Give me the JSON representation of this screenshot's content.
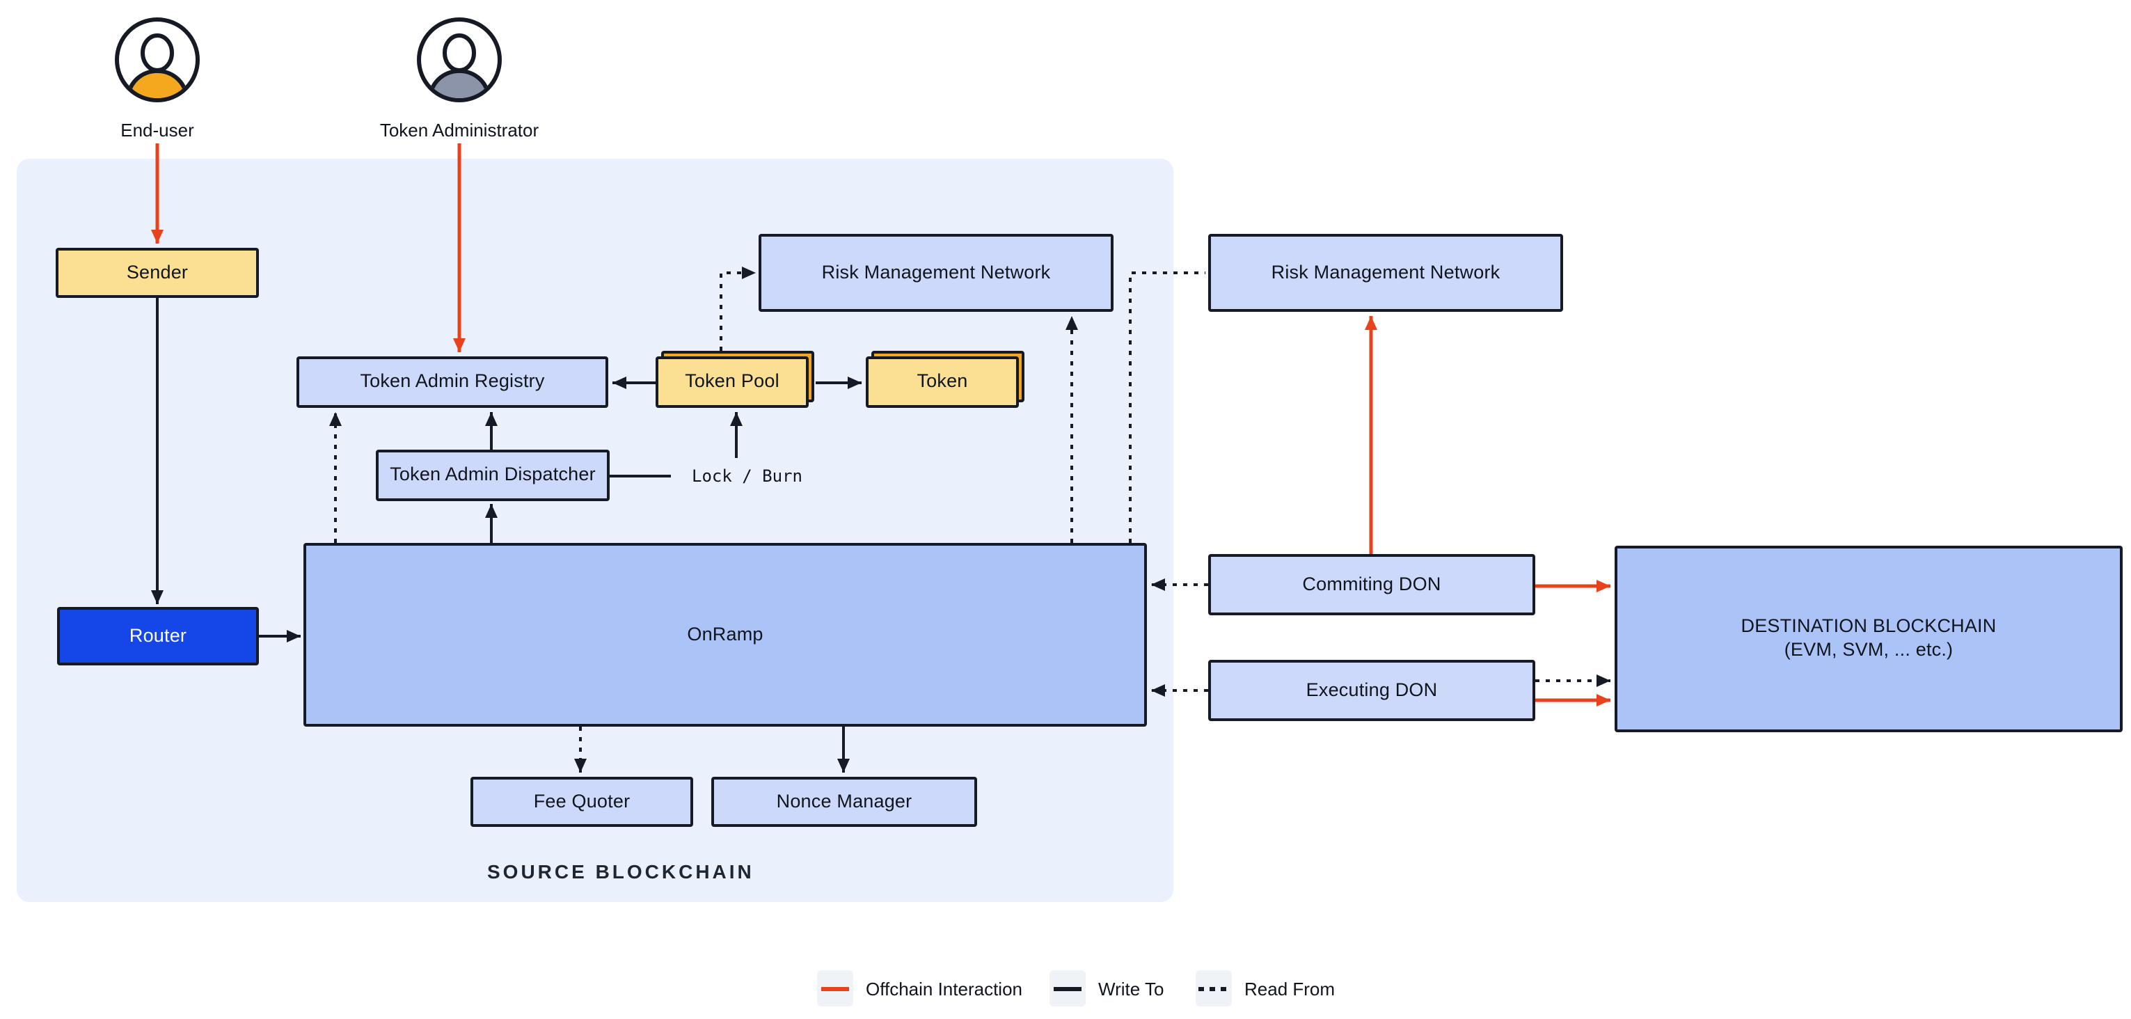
{
  "actors": {
    "end_user": {
      "label": "End-user",
      "color": "#F5A81D"
    },
    "token_admin": {
      "label": "Token Administrator",
      "color": "#8B94A9"
    }
  },
  "source_panel": {
    "label": "SOURCE BLOCKCHAIN"
  },
  "nodes": {
    "sender": {
      "label": "Sender"
    },
    "router": {
      "label": "Router"
    },
    "token_admin_registry": {
      "label": "Token Admin Registry"
    },
    "token_admin_dispatcher": {
      "label": "Token Admin Dispatcher"
    },
    "token_pool": {
      "label": "Token Pool"
    },
    "token": {
      "label": "Token"
    },
    "rmn_source": {
      "label": "Risk Management Network"
    },
    "rmn_dest": {
      "label": "Risk Management Network"
    },
    "onramp": {
      "label": "OnRamp"
    },
    "fee_quoter": {
      "label": "Fee Quoter"
    },
    "nonce_manager": {
      "label": "Nonce Manager"
    },
    "commiting_don": {
      "label": "Commiting DON"
    },
    "executing_don": {
      "label": "Executing DON"
    },
    "destination_blockchain": {
      "line1": "DESTINATION BLOCKCHAIN",
      "line2": "(EVM, SVM, ... etc.)"
    }
  },
  "annotations": {
    "lock_burn": "Lock / Burn"
  },
  "legend": {
    "items": [
      {
        "label": "Offchain Interaction",
        "style": "solid",
        "color": "#E8421C"
      },
      {
        "label": "Write To",
        "style": "solid",
        "color": "#151A24"
      },
      {
        "label": "Read From",
        "style": "dashed",
        "color": "#151A24"
      }
    ]
  },
  "colors": {
    "offchain_red": "#E8421C",
    "line_dark": "#151A24",
    "panel_bg": "#EBF1FC",
    "node_blue_light": "#CDD9FA",
    "node_blue_medium": "#ABC3F7",
    "node_yellow": "#FBDF92",
    "node_orange_back": "#F4A71C",
    "router_blue": "#1546E8",
    "legend_swatch_bg": "#EFF2F7"
  }
}
